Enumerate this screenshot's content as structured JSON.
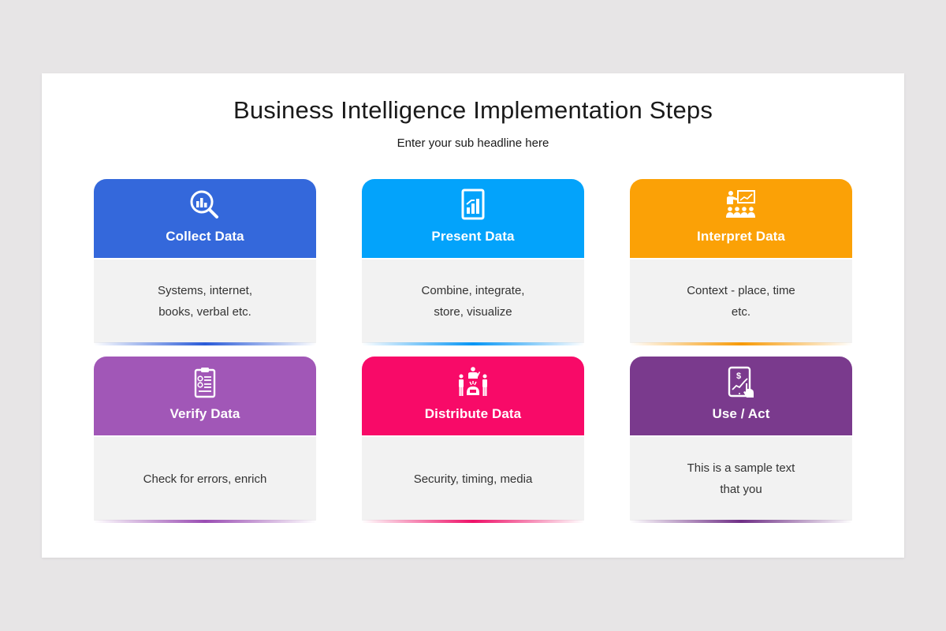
{
  "slide": {
    "title": "Business Intelligence Implementation Steps",
    "subtitle": "Enter your sub headline here"
  },
  "cards": [
    {
      "title": "Collect Data",
      "text_line1": "Systems, internet,",
      "text_line2": "books, verbal etc.",
      "icon": "magnifier-chart-icon",
      "color": "#3468db"
    },
    {
      "title": "Present Data",
      "text_line1": "Combine, integrate,",
      "text_line2": "store, visualize",
      "icon": "report-chart-icon",
      "color": "#03a3fb"
    },
    {
      "title": "Interpret Data",
      "text_line1": "Context - place, time",
      "text_line2": "etc.",
      "icon": "presentation-audience-icon",
      "color": "#fba106"
    },
    {
      "title": "Verify Data",
      "text_line1": "Check for errors, enrich",
      "text_line2": "",
      "icon": "clipboard-checklist-icon",
      "color": "#a157b7"
    },
    {
      "title": "Distribute Data",
      "text_line1": "Security, timing, media",
      "text_line2": "",
      "icon": "team-distribution-icon",
      "color": "#f80a68"
    },
    {
      "title": "Use / Act",
      "text_line1": "This is a sample text",
      "text_line2": "that you",
      "icon": "tablet-finance-touch-icon",
      "color": "#7a3a8d"
    }
  ]
}
